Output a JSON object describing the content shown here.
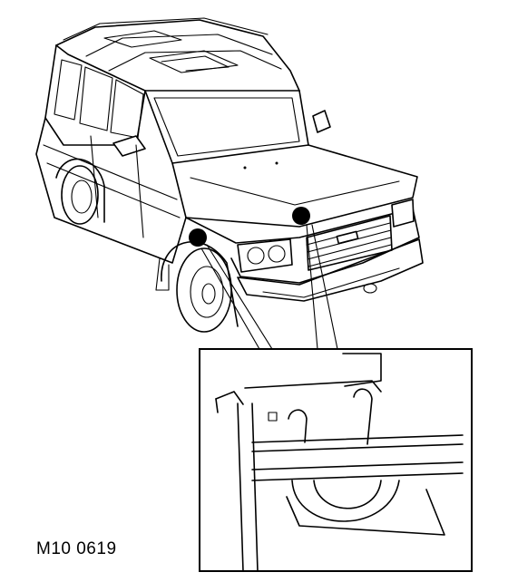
{
  "figure": {
    "reference_code": "M10 0619",
    "subject": "vehicle-3q-front-view",
    "callout_markers": 2,
    "colors": {
      "ink": "#000000",
      "paper": "#ffffff"
    }
  }
}
